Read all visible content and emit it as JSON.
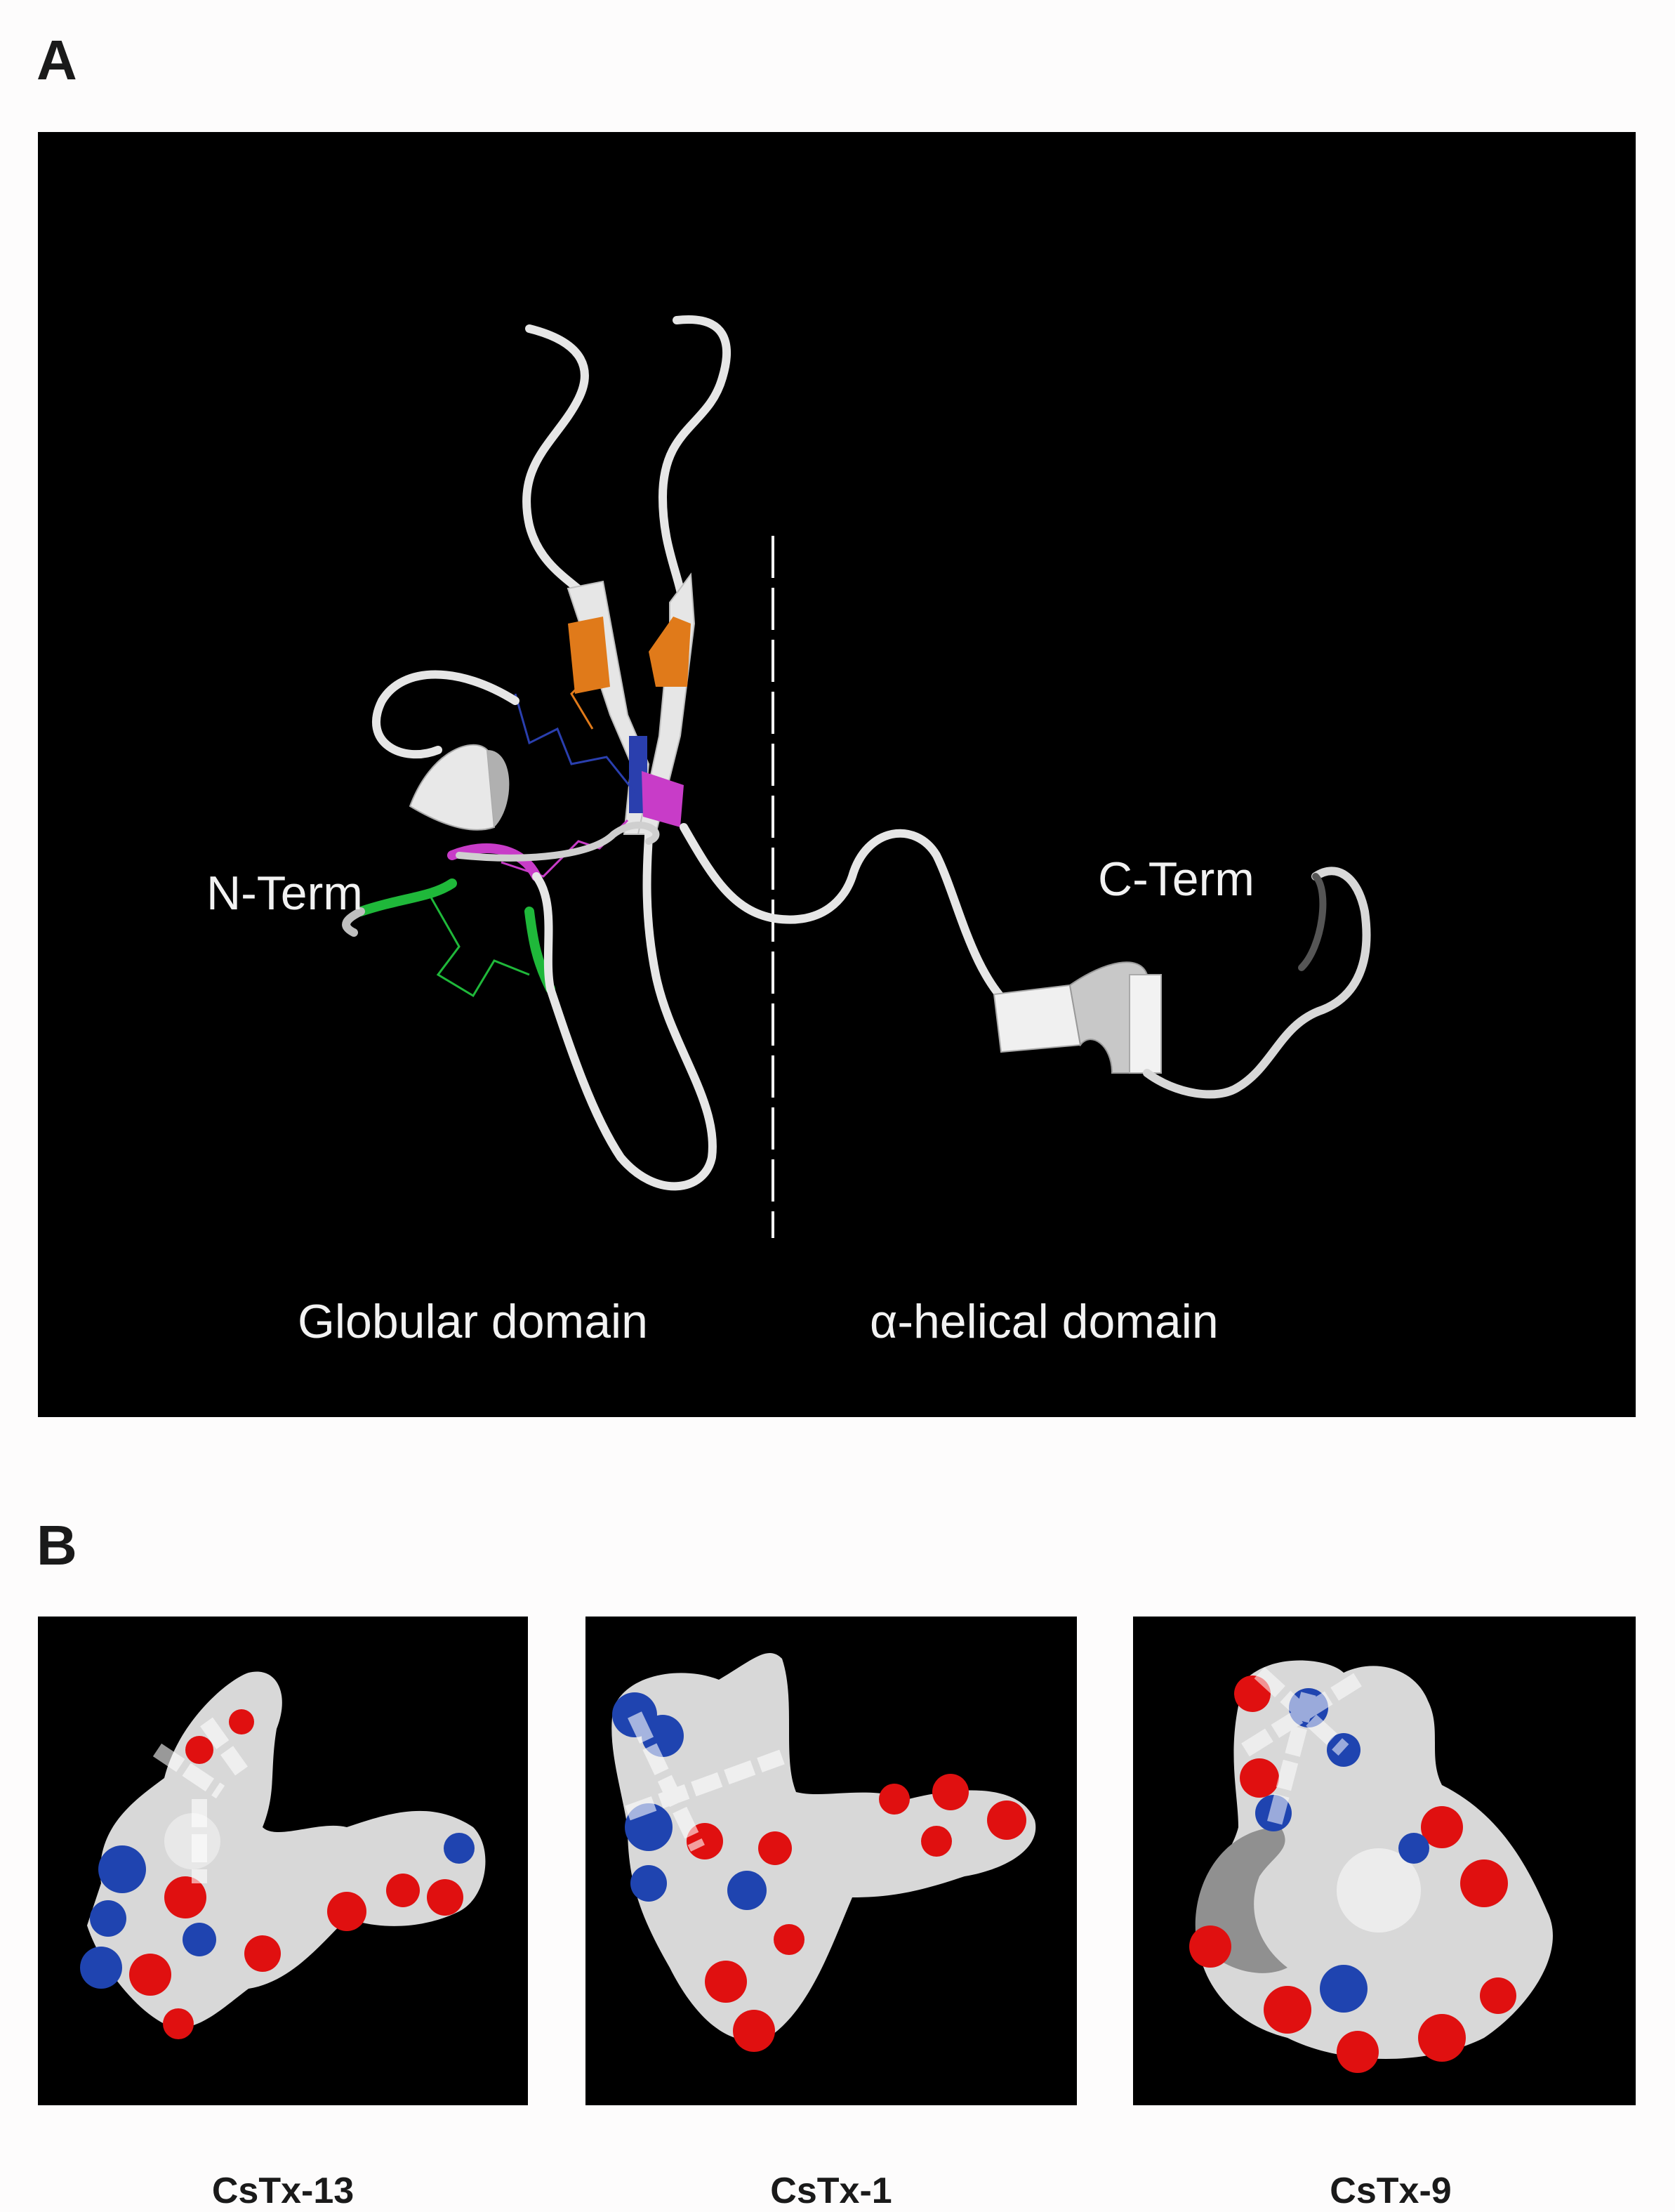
{
  "panels": {
    "a_letter": "A",
    "b_letter": "B"
  },
  "structure": {
    "n_term": "N-Term",
    "c_term": "C-Term",
    "globular_domain": "Globular domain",
    "helical_domain": "α-helical domain"
  },
  "surfaces": {
    "captions": [
      "CsTx-13",
      "CsTx-1",
      "CsTx-9"
    ]
  },
  "colors": {
    "background": "#000000",
    "ribbon": "#e6e6e6",
    "strand_orange": "#e07a1a",
    "residue_blue": "#2a3fae",
    "residue_magenta": "#c83cc8",
    "residue_green": "#1fb83a",
    "surface_grey": "#d8d8d8",
    "surface_red": "#e01010",
    "surface_blue": "#1f44b0"
  }
}
